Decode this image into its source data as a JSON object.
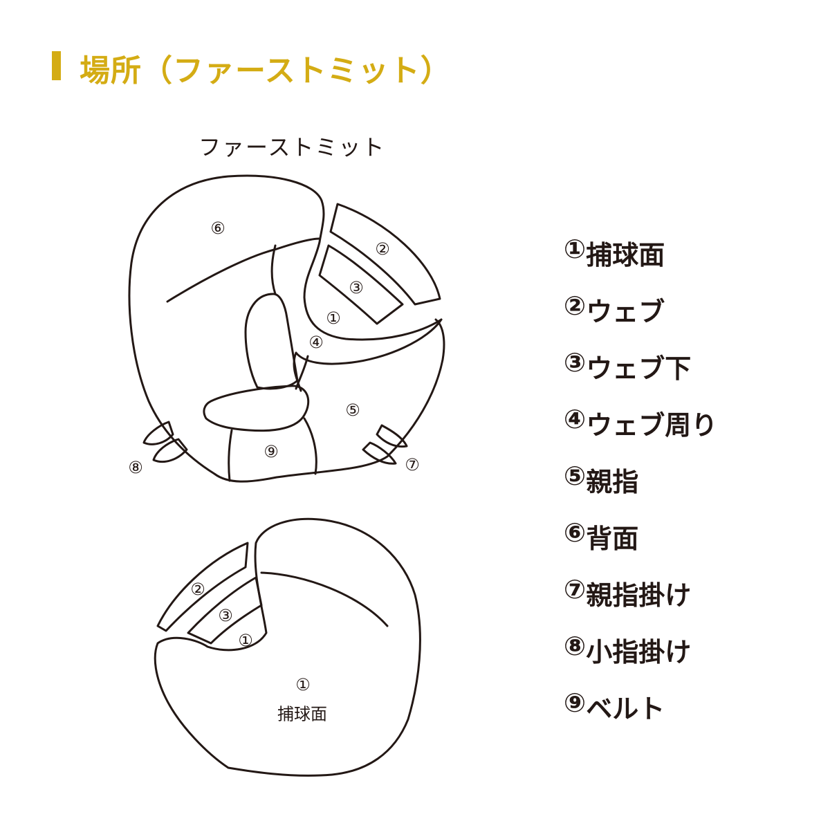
{
  "title": "場所（ファーストミット）",
  "diagram_caption": "ファーストミット",
  "accent_color": "#d4ac14",
  "markers": {
    "m1": "①",
    "m2": "②",
    "m3": "③",
    "m4": "④",
    "m5": "⑤",
    "m6": "⑥",
    "m7": "⑦",
    "m8": "⑧",
    "m9": "⑨"
  },
  "catch_face_label": "捕球面",
  "legend": [
    {
      "num": "①",
      "label": "捕球面"
    },
    {
      "num": "②",
      "label": "ウェブ"
    },
    {
      "num": "③",
      "label": "ウェブ下"
    },
    {
      "num": "④",
      "label": "ウェブ周り"
    },
    {
      "num": "⑤",
      "label": "親指"
    },
    {
      "num": "⑥",
      "label": "背面"
    },
    {
      "num": "⑦",
      "label": "親指掛け"
    },
    {
      "num": "⑧",
      "label": "小指掛け"
    },
    {
      "num": "⑨",
      "label": "ベルト"
    }
  ]
}
